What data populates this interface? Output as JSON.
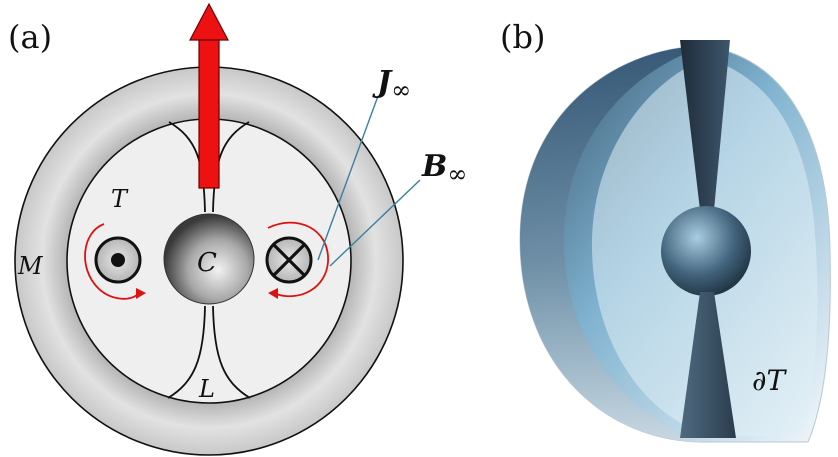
{
  "panel_a": {
    "label": "(a)",
    "region_m": "M",
    "region_t": "T",
    "core": "C",
    "loop": "L",
    "current_label": "J",
    "current_sub": "∞",
    "field_label": "B",
    "field_sub": "∞"
  },
  "panel_b": {
    "label": "(b)",
    "boundary": "∂T"
  },
  "colors": {
    "arrow": "#ee1111",
    "leader_line": "#3b7fa3",
    "swirl": "#dd1111",
    "shell_outer": "#dcdcdc",
    "shell_inner": "#efefef",
    "torus_dark": "#2f4d66",
    "torus_mid": "#7fb2cf",
    "torus_light": "#eef6fb"
  }
}
